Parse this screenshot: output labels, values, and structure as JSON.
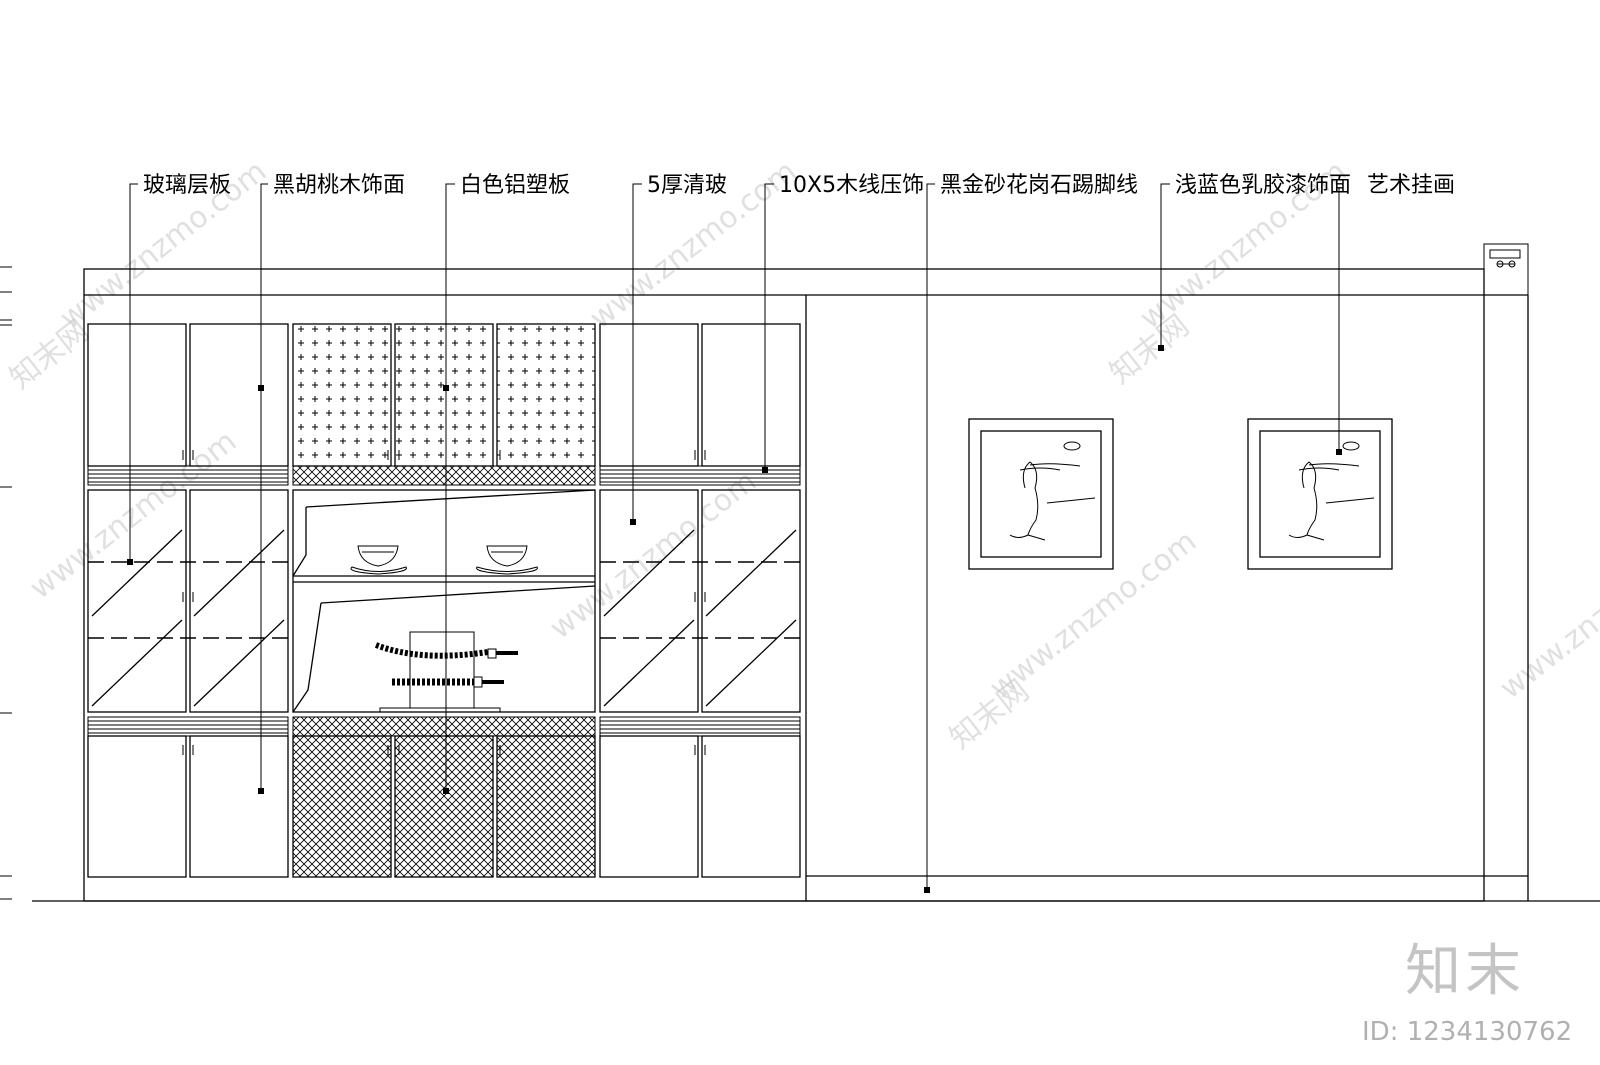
{
  "labels": {
    "glass_shelf": "玻璃层板",
    "walnut_veneer": "黑胡桃木饰面",
    "white_panel": "白色铝塑板",
    "clear_glass": "5厚清玻",
    "wood_trim": "10X5木线压饰",
    "granite_skirting": "黑金砂花岗石踢脚线",
    "latex_paint": "浅蓝色乳胶漆饰面",
    "art_painting": "艺术挂画"
  },
  "watermark": {
    "site": "www.znzmo.com",
    "brand_text": "知末网",
    "logo": "知末",
    "id_text": "ID: 1234130762"
  },
  "colors": {
    "line": "#000000",
    "watermark": "#c8c8c8",
    "background": "#ffffff"
  }
}
